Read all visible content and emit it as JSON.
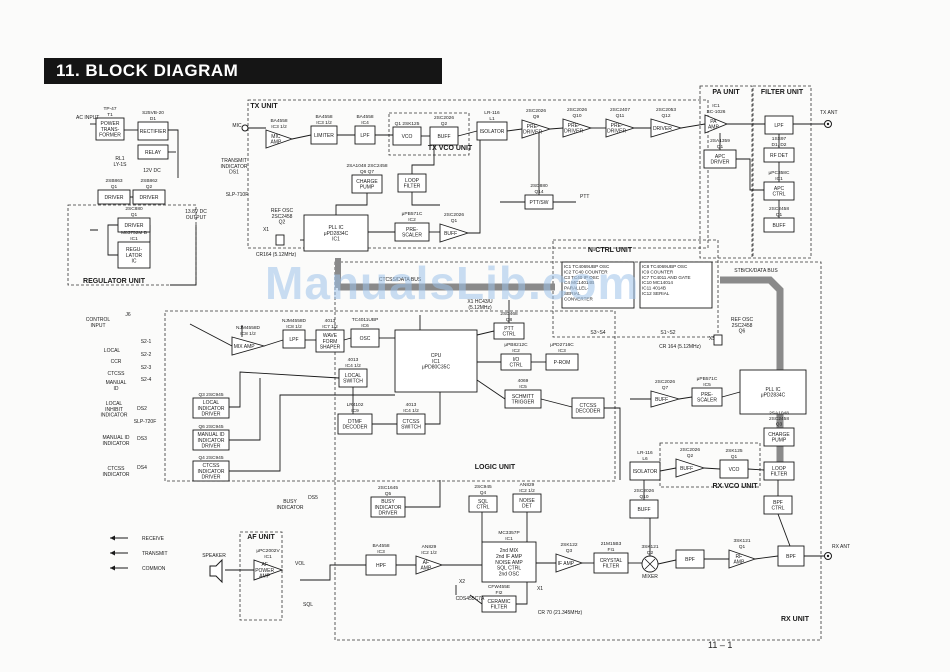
{
  "title": "11. BLOCK DIAGRAM",
  "watermark": "ManualsLib.com",
  "page_number": "11 – 1",
  "units": [
    {
      "id": "tx",
      "label": "TX UNIT"
    },
    {
      "id": "pa",
      "label": "PA UNIT"
    },
    {
      "id": "filter",
      "label": "FILTER UNIT"
    },
    {
      "id": "regulator",
      "label": "REGULATOR UNIT"
    },
    {
      "id": "nctrl",
      "label": "N-CTRL UNIT"
    },
    {
      "id": "logic",
      "label": "LOGIC UNIT"
    },
    {
      "id": "af",
      "label": "AF UNIT"
    },
    {
      "id": "rx",
      "label": "RX UNIT"
    },
    {
      "id": "txvco",
      "label": "TX VCO UNIT"
    },
    {
      "id": "rxvco",
      "label": "RX VCO UNIT"
    }
  ],
  "blocks": [
    {
      "id": "power-transformer",
      "label": [
        "POWER",
        "TRANS-",
        "FORMER"
      ],
      "ref": [
        "TP-47",
        "T1"
      ]
    },
    {
      "id": "rectifier",
      "label": [
        "RECTIFIER"
      ],
      "ref": [
        "S25VB-20",
        "D1"
      ]
    },
    {
      "id": "relay",
      "label": [
        "RELAY"
      ],
      "ref": []
    },
    {
      "id": "mic-amp-tx",
      "label": [
        "MIC",
        "AMP"
      ],
      "ref": [
        "BA4558",
        "IC3 1/2"
      ]
    },
    {
      "id": "limiter",
      "label": [
        "LIMITER"
      ],
      "ref": [
        "BA4558",
        "IC3 1/2"
      ]
    },
    {
      "id": "lpf-tx",
      "label": [
        "LPF"
      ],
      "ref": [
        "BA4558",
        "IC4"
      ]
    },
    {
      "id": "vco-tx",
      "label": [
        "VCO"
      ],
      "ref": [
        "Q1  2SK125"
      ]
    },
    {
      "id": "buff-tx",
      "label": [
        "BUFF"
      ],
      "ref": [
        "2SC2026",
        "Q2"
      ]
    },
    {
      "id": "isolator-tx",
      "label": [
        "ISOLATOR"
      ],
      "ref": [
        "LR-116",
        "L1"
      ]
    },
    {
      "id": "pre-driver",
      "label": [
        "PRE-",
        "DRIVER"
      ],
      "ref": [
        "2SC2026",
        "Q9"
      ]
    },
    {
      "id": "pre-driver-2",
      "label": [
        "PRE-",
        "DRIVER"
      ],
      "ref": [
        "2SC2026",
        "Q10"
      ]
    },
    {
      "id": "pre-driver-3",
      "label": [
        "PRE-",
        "DRIVER"
      ],
      "ref": [
        "2SC2407",
        "Q11"
      ]
    },
    {
      "id": "driver-tx",
      "label": [
        "DRIVER"
      ],
      "ref": [
        "2SC2053",
        "Q12"
      ]
    },
    {
      "id": "pa-amp",
      "label": [
        "PA",
        "AMP"
      ],
      "ref": [
        "IC1",
        "SC-1026"
      ]
    },
    {
      "id": "apc-driver",
      "label": [
        "APC",
        "DRIVER"
      ],
      "ref": [
        "2SA1359",
        "Q1"
      ]
    },
    {
      "id": "lpf-filter",
      "label": [
        "LPF"
      ],
      "ref": []
    },
    {
      "id": "rf-det",
      "label": [
        "RF DET"
      ],
      "ref": [
        "1SS97",
        "D1, D2"
      ]
    },
    {
      "id": "apc-ctrl",
      "label": [
        "APC",
        "CTRL"
      ],
      "ref": [
        "μPC358C",
        "IC1"
      ]
    },
    {
      "id": "buff-filter",
      "label": [
        "BUFF"
      ],
      "ref": [
        "2SC2458",
        "Q1"
      ]
    },
    {
      "id": "charge-pump-tx",
      "label": [
        "CHARGE",
        "PUMP"
      ],
      "ref": [
        "2SA1048 2SC2458",
        "Q6    Q7"
      ]
    },
    {
      "id": "loop-filter-tx",
      "label": [
        "LOOP",
        "FILTER"
      ],
      "ref": []
    },
    {
      "id": "pll-tx",
      "label": [
        "PLL IC",
        "μPD2834C",
        "IC1"
      ],
      "ref": []
    },
    {
      "id": "prescaler-tx",
      "label": [
        "PRE-",
        "SCALER"
      ],
      "ref": [
        "μPB571C",
        "IC2"
      ]
    },
    {
      "id": "buff-tx2",
      "label": [
        "BUFF"
      ],
      "ref": [
        "2SC2026",
        "Q1"
      ]
    },
    {
      "id": "ptt-sw",
      "label": [
        "PTT/SW"
      ],
      "ref": [
        "2SD880",
        "Q14"
      ]
    },
    {
      "id": "driver-reg-1",
      "label": [
        "DRIVER"
      ],
      "ref": [
        "2SB863",
        "Q1"
      ]
    },
    {
      "id": "driver-reg-2",
      "label": [
        "DRIVER"
      ],
      "ref": [
        "2SB862",
        "Q2"
      ]
    },
    {
      "id": "driver-reg-3",
      "label": [
        "DRIVER"
      ],
      "ref": [
        "2SC880",
        "Q1"
      ]
    },
    {
      "id": "regulator-ic",
      "label": [
        "REGU-",
        "LATOR",
        "IC"
      ],
      "ref": [
        "M83752M B",
        "IC1"
      ]
    },
    {
      "id": "nctrl-ic1",
      "label": [
        "IC1 TC4069UBP OSC",
        "IC2 TC40  COUNTER",
        "C3 TC40  IP OSC",
        "C4 MC14014B",
        "PARALLEL-",
        "SERIAL",
        "CONVERTER"
      ],
      "ref": []
    },
    {
      "id": "nctrl-ic2",
      "label": [
        "IC8 TC4069UBP OSC",
        "IC9  COUNTER",
        "IC7 TC4011 AND GATE",
        "IC10 MC14014",
        "IC11 4014B",
        "IC12 SERIAL"
      ],
      "ref": []
    },
    {
      "id": "mix-amp",
      "label": [
        "MIX AMP"
      ],
      "ref": [
        "NJM4558D",
        "IC8 1/2"
      ]
    },
    {
      "id": "lpf-logic",
      "label": [
        "LPF"
      ],
      "ref": [
        "NJM4558D",
        "IC8 1/2"
      ]
    },
    {
      "id": "wave-shaper",
      "label": [
        "WAVE",
        "FORM",
        "SHAPER"
      ],
      "ref": [
        "4013",
        "IC7 1/2"
      ]
    },
    {
      "id": "osc-logic",
      "label": [
        "OSC"
      ],
      "ref": [
        "TC4011UBP",
        "IC6"
      ]
    },
    {
      "id": "cpu",
      "label": [
        "CPU",
        "IC1",
        "μPD80C35C"
      ],
      "ref": []
    },
    {
      "id": "ptt-ctrl",
      "label": [
        "PTT",
        "CTRL"
      ],
      "ref": [
        "2SD468",
        "Q8"
      ]
    },
    {
      "id": "io-ctrl",
      "label": [
        "I/O",
        "CTRL"
      ],
      "ref": [
        "μPB8212C",
        "IC2"
      ]
    },
    {
      "id": "prom",
      "label": [
        "P-ROM"
      ],
      "ref": [
        "μPD2716C",
        "IC3"
      ]
    },
    {
      "id": "local-switch",
      "label": [
        "LOCAL",
        "SWITCH"
      ],
      "ref": [
        "4013",
        "IC4 1/2"
      ]
    },
    {
      "id": "dtmf-decoder",
      "label": [
        "DTMF",
        "DECODER"
      ],
      "ref": [
        "LR4102",
        "IC9"
      ]
    },
    {
      "id": "ctcss-switch",
      "label": [
        "CTCSS",
        "SWITCH"
      ],
      "ref": [
        "4013",
        "IC4 1/2"
      ]
    },
    {
      "id": "schmitt-trigger",
      "label": [
        "SCHMITT",
        "TRIGGER"
      ],
      "ref": [
        "4069",
        "IC5"
      ]
    },
    {
      "id": "ctcss-decoder",
      "label": [
        "CTCSS",
        "DECODER"
      ],
      "ref": []
    },
    {
      "id": "local-indicator-driver",
      "label": [
        "LOCAL",
        "INDICATOR",
        "DRIVER"
      ],
      "ref": [
        "Q3 2SC945"
      ]
    },
    {
      "id": "manual-id-driver",
      "label": [
        "MANUAL ID",
        "INDICATOR",
        "DRIVER"
      ],
      "ref": [
        "Q6 2SC945"
      ]
    },
    {
      "id": "ctcss-indicator-driver",
      "label": [
        "CTCSS",
        "INDICATOR",
        "DRIVER"
      ],
      "ref": [
        "Q4 2SC945"
      ]
    },
    {
      "id": "busy-indicator-driver",
      "label": [
        "BUSY",
        "INDICATOR",
        "DRIVER"
      ],
      "ref": [
        "2SC1645",
        "Q5"
      ]
    },
    {
      "id": "sql-ctrl",
      "label": [
        "SQL",
        "CTRL"
      ],
      "ref": [
        "2SC945",
        "Q4"
      ]
    },
    {
      "id": "noise-det",
      "label": [
        "NOISE",
        "DET"
      ],
      "ref": [
        "AN829",
        "IC2 1/2"
      ]
    },
    {
      "id": "hpf",
      "label": [
        "HPF"
      ],
      "ref": [
        "BA4558",
        "IC3"
      ]
    },
    {
      "id": "af-amp",
      "label": [
        "AF",
        "AMP"
      ],
      "ref": [
        "AN829",
        "IC2 1/2"
      ]
    },
    {
      "id": "mc3357",
      "label": [
        "2nd MIX",
        "2nd IF AMP",
        "NOISE AMP",
        "SQL CTRL",
        "2nd OSC"
      ],
      "ref": [
        "MC3357P",
        "IC1"
      ]
    },
    {
      "id": "ceramic-filter",
      "label": [
        "CERAMIC",
        "FILTER"
      ],
      "ref": [
        "CFW455E",
        "FI2"
      ]
    },
    {
      "id": "if-amp",
      "label": [
        "IF AMP"
      ],
      "ref": [
        "2SK122",
        "Q3"
      ]
    },
    {
      "id": "crystal-filter",
      "label": [
        "CRYSTAL",
        "FILTER"
      ],
      "ref": [
        "21M15B3",
        "FI1"
      ]
    },
    {
      "id": "mixer",
      "label": [
        "MIXER"
      ],
      "ref": [
        "3SK121",
        "Q2"
      ]
    },
    {
      "id": "bpf-rx1",
      "label": [
        "BPF"
      ],
      "ref": []
    },
    {
      "id": "rf-amp",
      "label": [
        "RF",
        "AMP"
      ],
      "ref": [
        "3SK121",
        "Q1"
      ]
    },
    {
      "id": "bpf-rx2",
      "label": [
        "BPF"
      ],
      "ref": []
    },
    {
      "id": "af-power-amp",
      "label": [
        "AF",
        "POWER",
        "AMP"
      ],
      "ref": [
        "μPC2002V",
        "IC1"
      ]
    },
    {
      "id": "pll-rx",
      "label": [
        "PLL IC",
        "μPD2834C"
      ],
      "ref": []
    },
    {
      "id": "buff-rx-pll",
      "label": [
        "BUFF"
      ],
      "ref": [
        "2SC2026",
        "Q7"
      ]
    },
    {
      "id": "prescaler-rx",
      "label": [
        "PRE-",
        "SCALER"
      ],
      "ref": [
        "μPB571C",
        "IC5"
      ]
    },
    {
      "id": "charge-pump-rx",
      "label": [
        "CHARGE",
        "PUMP"
      ],
      "ref": [
        "2SA1048",
        "2SC2458",
        "Q3"
      ]
    },
    {
      "id": "loop-filter-rx",
      "label": [
        "LOOP",
        "FILTER"
      ],
      "ref": []
    },
    {
      "id": "vco-rx",
      "label": [
        "VCO"
      ],
      "ref": [
        "2SK125",
        "Q1"
      ]
    },
    {
      "id": "buff-rxvco",
      "label": [
        "BUFF"
      ],
      "ref": [
        "2SC2026",
        "Q2"
      ]
    },
    {
      "id": "isolator-rx",
      "label": [
        "ISOLATOR"
      ],
      "ref": [
        "LR-116",
        "L6"
      ]
    },
    {
      "id": "buff-rx",
      "label": [
        "BUFF"
      ],
      "ref": [
        "2SC2026",
        "Q10"
      ]
    },
    {
      "id": "bpf-ctrl",
      "label": [
        "BPF",
        "CTRL"
      ],
      "ref": []
    }
  ],
  "signals": {
    "ac_input": "AC INPUT",
    "tx_ant": "TX ANT",
    "rx_ant": "RX ANT",
    "mic": "MIC",
    "speaker": "SPEAKER",
    "control_input": [
      "CONTROL",
      "INPUT"
    ],
    "dc_output": [
      "13.8V DC",
      "OUTPUT"
    ],
    "twelve_v": "12V DC",
    "relay_ref": [
      "RL1",
      "LY-1S"
    ],
    "transmit_indicator": [
      "TRANSMIT",
      "INDICATOR",
      "DS1"
    ],
    "slp": "SLP-710F",
    "ref_osc_tx": [
      "REF OSC",
      "2SC2458",
      "Q2"
    ],
    "x1_tx": "X1",
    "cr_tx": "CR164 (5.12MHz)",
    "x1_logic": [
      "X1  HC43/U",
      "(5.12MHz)"
    ],
    "ptt": "PTT",
    "ctcss_data_bus": "CTCSS/DATA BUS",
    "stb_ck_data_bus": "STB/CK/DATA BUS",
    "switches_1": "S3~S4",
    "switches_2": "S1~S2",
    "ref_osc_rx": [
      "REF OSC",
      "2SC2458",
      "Q6"
    ],
    "x3": "X3",
    "cr_rx": "CR 164 (5.12MHz)",
    "x2": "X2",
    "cds": "CDS455C7A",
    "x1_rx": "X1",
    "cr70": "CR 70 (21.345MHz)",
    "vol": "VOL",
    "sql": "SQL",
    "j6": "J6",
    "s2_1": "S2-1",
    "s2_2": "S2-2",
    "s2_3": "S2-3",
    "s2_4": "S2-4",
    "local": "LOCAL",
    "ccr": "CCR",
    "ctcss": "CTCSS",
    "manual_id": [
      "MANUAL",
      "ID"
    ],
    "local_inhibit": [
      "LOCAL",
      "INHIBIT",
      "INDICATOR"
    ],
    "manual_id_ind": [
      "MANUAL ID",
      "INDICATOR"
    ],
    "ctcss_ind": [
      "CTCSS",
      "INDICATOR"
    ],
    "busy_ind": [
      "BUSY",
      "INDICATOR"
    ],
    "ds2": "DS2",
    "ds3": "DS3",
    "ds4": "DS4",
    "ds5": "DS5",
    "slp720": "SLP-720F"
  },
  "legend": [
    {
      "id": "receive",
      "label": "RECEIVE"
    },
    {
      "id": "transmit",
      "label": "TRANSMIT"
    },
    {
      "id": "common",
      "label": "COMMON"
    }
  ]
}
